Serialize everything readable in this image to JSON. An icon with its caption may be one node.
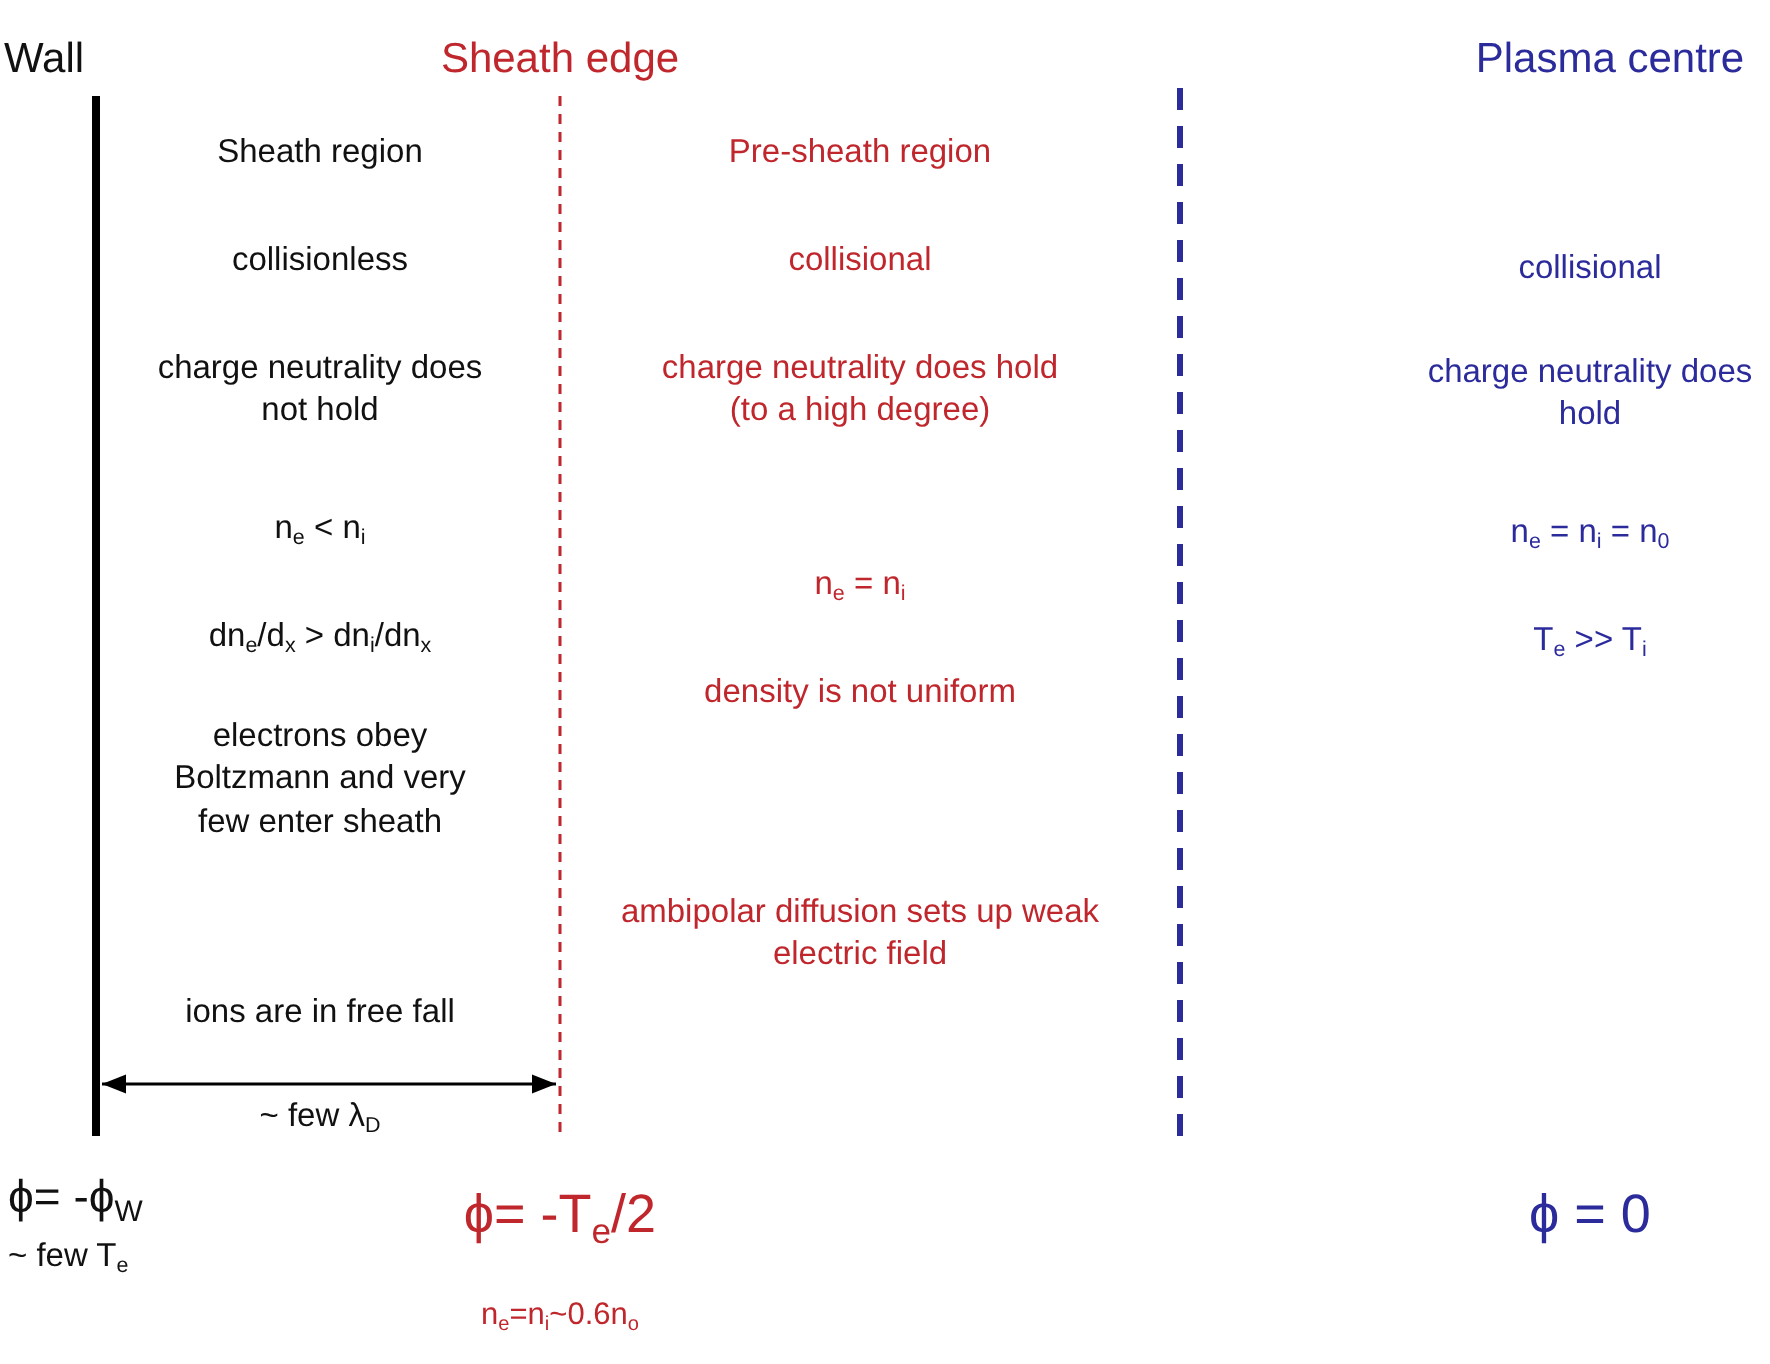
{
  "diagram": {
    "labels": [
      "Wall",
      "Sheath edge",
      "Plasma centre",
      "Sheath region",
      "Pre-sheath region",
      "collisionless",
      "collisional",
      "collisional",
      "charge neutrality does not hold",
      "charge neutrality does hold (to a high degree)",
      "charge neutrality does hold",
      "n$_{e}$ < n$_{i}$",
      "n$_{e}$ = n$_{i}$",
      "n$_{e}$ = n$_{i}$ = n$_{0}$",
      "dn$_{e}$/d$_{x}$ > dn$_{i}$/dn$_{x}$",
      "T$_{e}$ >> T$_{i}$",
      "density is not uniform",
      "electrons obey Boltzmann and very few enter sheath",
      "ambipolar diffusion sets up weak electric field",
      "ions are in free fall",
      "~ few λ$_{D}$",
      "ϕ= -ϕ$_{W}$",
      "~ few T$_{e}$",
      "ϕ= -T$_{e}$/2",
      "ϕ = 0",
      "n$_{e}$=n$_{i}$~0.6n$_{o}$"
    ]
  }
}
